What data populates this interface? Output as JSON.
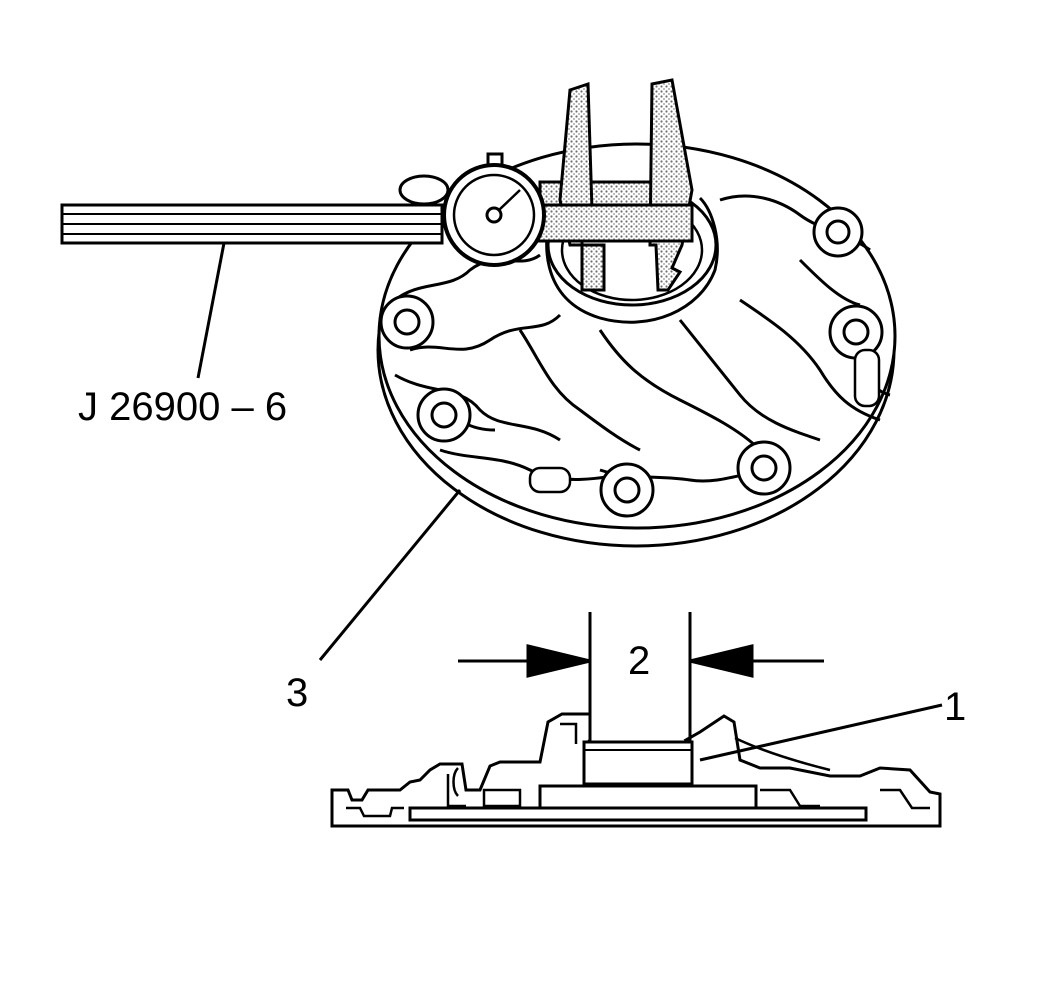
{
  "labels": {
    "tool": "J 26900 – 6",
    "callout_1": "1",
    "callout_2": "2",
    "callout_3": "3"
  },
  "colors": {
    "line": "#000000",
    "background": "#ffffff",
    "stipple": "#bdbdbd"
  }
}
